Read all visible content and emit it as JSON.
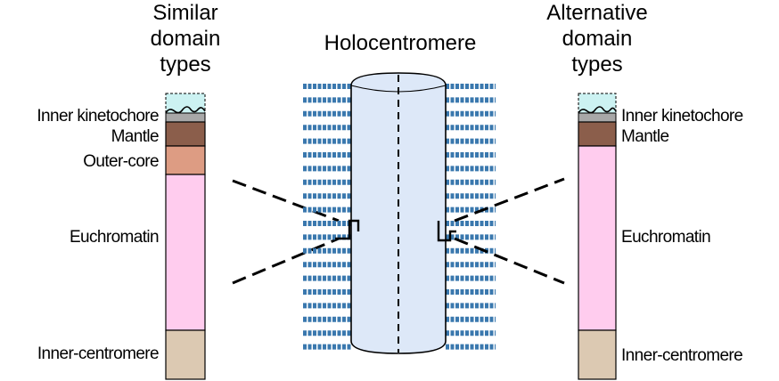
{
  "colors": {
    "kinetochore_top": "#ccf2f2",
    "inner_kinetochore": "#a8a8a8",
    "mantle": "#8b5e4b",
    "outer_core": "#dd9c83",
    "euchromatin": "#ffccee",
    "inner_centromere": "#dcc9b2",
    "centromere_fill": "#dde8f8",
    "fiber": "#3a78ae"
  },
  "left_panel": {
    "heading": [
      "Similar",
      "domain",
      "types"
    ],
    "labels": {
      "inner_kinetochore": "Inner kinetochore",
      "mantle": "Mantle",
      "outer_core": "Outer-core",
      "euchromatin": "Euchromatin",
      "inner_centromere": "Inner-centromere"
    }
  },
  "center": {
    "title": "Holocentromere",
    "fibers_per_side": 20
  },
  "right_panel": {
    "heading": [
      "Alternative",
      "domain",
      "types"
    ],
    "labels": {
      "inner_kinetochore": "Inner kinetochore",
      "mantle": "Mantle",
      "euchromatin": "Euchromatin",
      "inner_centromere": "Inner-centromere"
    }
  }
}
